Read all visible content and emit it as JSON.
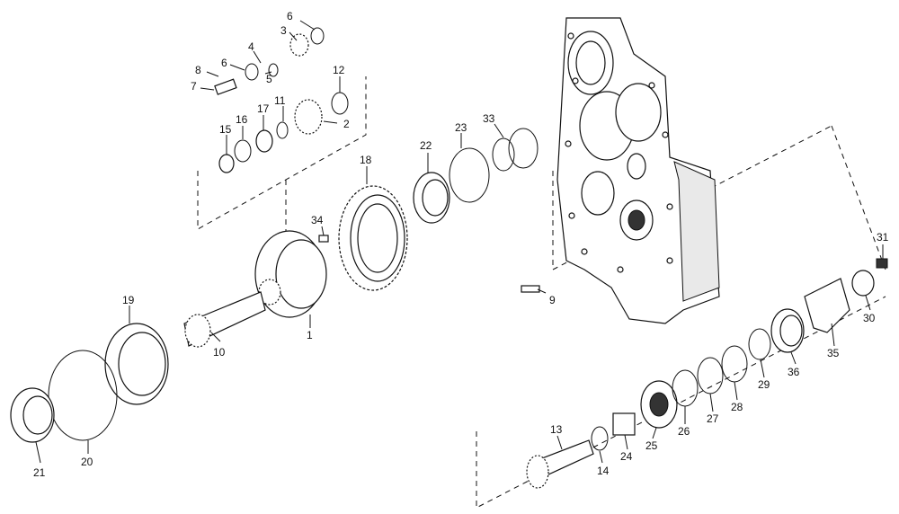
{
  "callouts": [
    {
      "id": "c1",
      "text": "1"
    },
    {
      "id": "c2",
      "text": "2"
    },
    {
      "id": "c3",
      "text": "3"
    },
    {
      "id": "c4",
      "text": "4"
    },
    {
      "id": "c5",
      "text": "5"
    },
    {
      "id": "c6a",
      "text": "6"
    },
    {
      "id": "c6b",
      "text": "6"
    },
    {
      "id": "c7",
      "text": "7"
    },
    {
      "id": "c8",
      "text": "8"
    },
    {
      "id": "c9",
      "text": "9"
    },
    {
      "id": "c10",
      "text": "10"
    },
    {
      "id": "c11",
      "text": "11"
    },
    {
      "id": "c12",
      "text": "12"
    },
    {
      "id": "c13",
      "text": "13"
    },
    {
      "id": "c14",
      "text": "14"
    },
    {
      "id": "c15",
      "text": "15"
    },
    {
      "id": "c16",
      "text": "16"
    },
    {
      "id": "c17",
      "text": "17"
    },
    {
      "id": "c18",
      "text": "18"
    },
    {
      "id": "c19",
      "text": "19"
    },
    {
      "id": "c20",
      "text": "20"
    },
    {
      "id": "c21",
      "text": "21"
    },
    {
      "id": "c22",
      "text": "22"
    },
    {
      "id": "c23",
      "text": "23"
    },
    {
      "id": "c24",
      "text": "24"
    },
    {
      "id": "c25",
      "text": "25"
    },
    {
      "id": "c26",
      "text": "26"
    },
    {
      "id": "c27",
      "text": "27"
    },
    {
      "id": "c28",
      "text": "28"
    },
    {
      "id": "c29",
      "text": "29"
    },
    {
      "id": "c30",
      "text": "30"
    },
    {
      "id": "c31",
      "text": "31"
    },
    {
      "id": "c33",
      "text": "33"
    },
    {
      "id": "c34",
      "text": "34"
    },
    {
      "id": "c35",
      "text": "35"
    },
    {
      "id": "c36",
      "text": "36"
    }
  ],
  "colors": {
    "line": "#111111",
    "background": "#ffffff",
    "shade": "#e9e9e9"
  }
}
